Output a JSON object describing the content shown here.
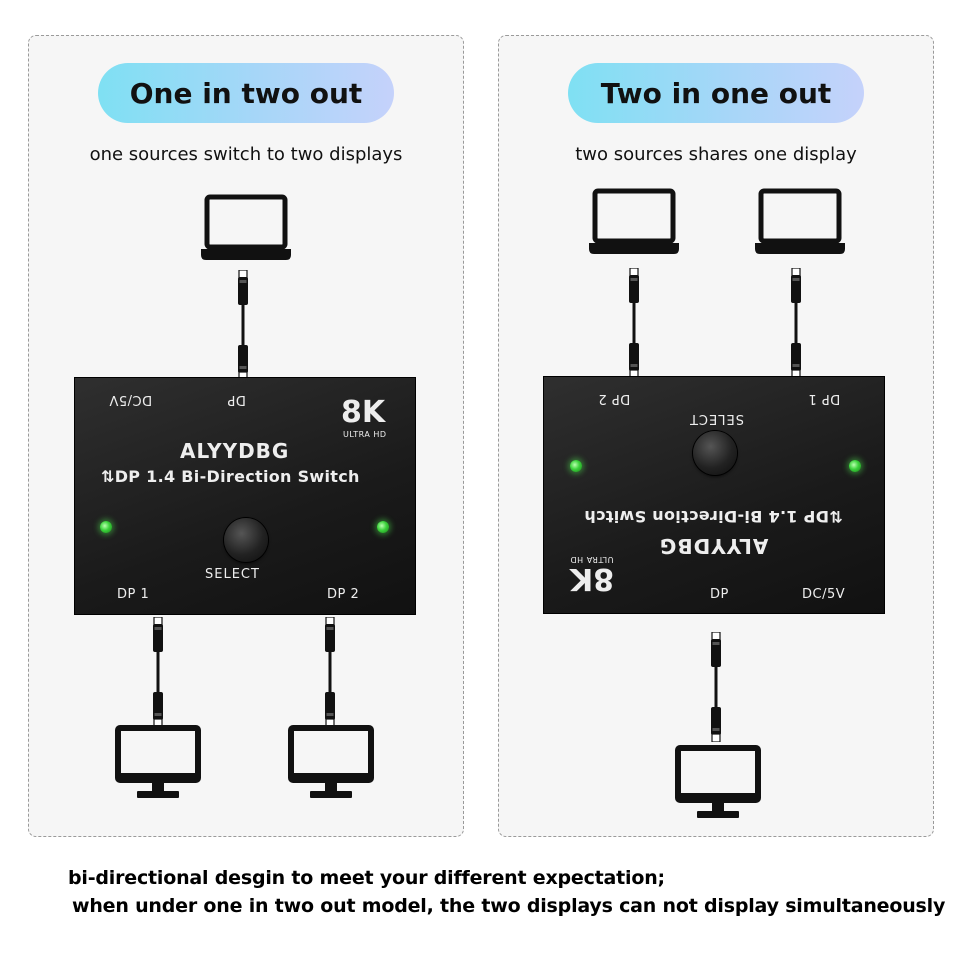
{
  "left_panel": {
    "title": "One in two out",
    "subtitle": "one sources switch to two displays",
    "device": {
      "top_ports": [
        "DC/5V",
        "DP"
      ],
      "bottom_ports": [
        "DP 1",
        "DP 2"
      ],
      "brand": "ALYYDBG",
      "model": "⇅DP 1.4 Bi-Direction Switch",
      "badge": "8K",
      "badge_sub": "ULTRA HD",
      "select_label": "SELECT"
    },
    "icons": [
      "laptop-icon",
      "displayport-cable-icon",
      "monitor-icon",
      "monitor-icon"
    ]
  },
  "right_panel": {
    "title": "Two in one out",
    "subtitle": "two sources shares one display",
    "device": {
      "top_ports": [
        "DP 2",
        "DP 1"
      ],
      "bottom_ports": [
        "DP",
        "DC/5V"
      ],
      "brand": "ALYYDBG",
      "model": "⇅DP 1.4 Bi-Direction Switch",
      "badge": "8K",
      "badge_sub": "ULTRA HD",
      "select_label": "SELECT"
    },
    "icons": [
      "laptop-icon",
      "laptop-icon",
      "displayport-cable-icon",
      "monitor-icon"
    ]
  },
  "footer": {
    "line1": "bi-directional desgin to meet your different expectation;",
    "line2": "when under one in two out model, the two displays can not display simultaneously"
  },
  "colors": {
    "pill_gradient_start": "#7fe0f3",
    "pill_gradient_end": "#c5d2fb",
    "device_body": "#1f1f1f",
    "led": "#3bd23b"
  }
}
